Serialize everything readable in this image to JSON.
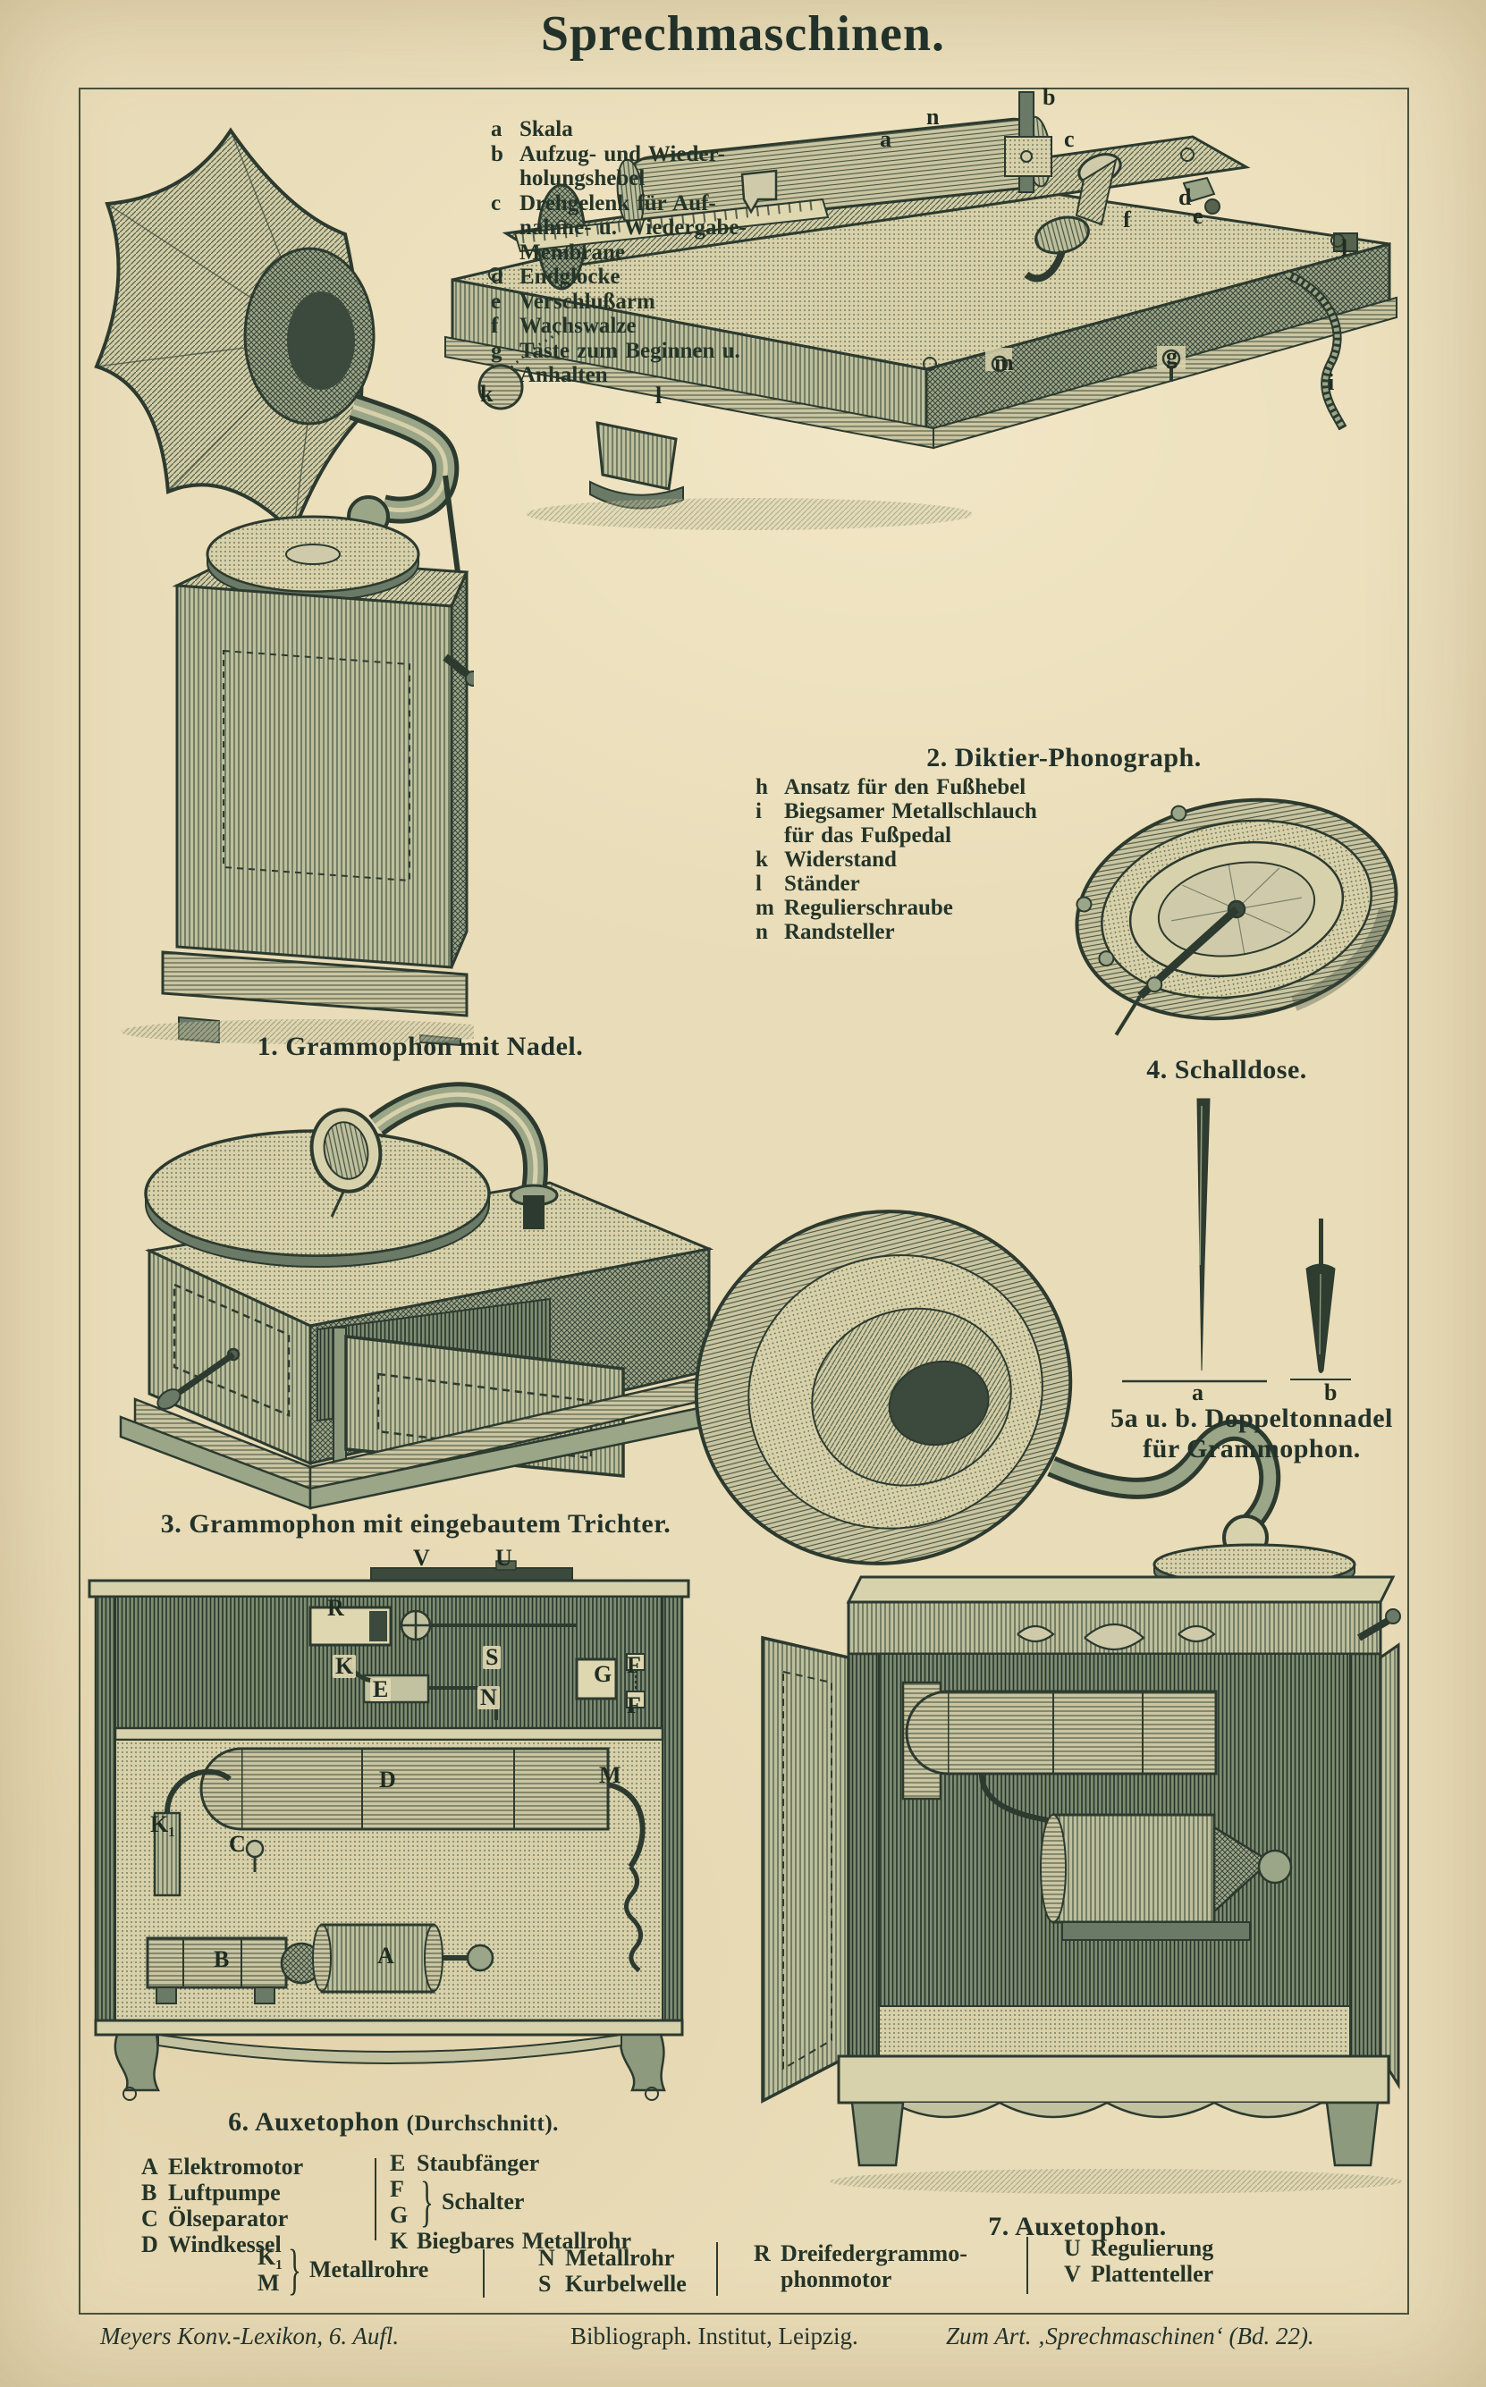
{
  "colors": {
    "paper": "#e9dcb8",
    "ink": "#2c3a2f",
    "plate_border": "#46523f"
  },
  "title": "Sprechmaschinen.",
  "captions": {
    "fig1": "1. Grammophon mit Nadel.",
    "fig2": "2. Diktier-Phonograph.",
    "fig3": "3. Grammophon mit eingebautem Trichter.",
    "fig4": "4. Schalldose.",
    "fig5_line1": "5a u. b. Doppeltonnadel",
    "fig5_line2": "für Grammophon.",
    "fig6_main": "6. Auxetophon",
    "fig6_paren": "(Durchschnitt).",
    "fig7": "7. Auxetophon."
  },
  "legend_ag": [
    {
      "k": "a",
      "t": "Skala"
    },
    {
      "k": "b",
      "t": "Aufzug- und Wieder-"
    },
    {
      "k": "",
      "t": "holungshebel"
    },
    {
      "k": "c",
      "t": "Drehgelenk für Auf-"
    },
    {
      "k": "",
      "t": "nahme- u. Wiedergabe-"
    },
    {
      "k": "",
      "t": "Membrane"
    },
    {
      "k": "d",
      "t": "Endglocke"
    },
    {
      "k": "e",
      "t": "Verschlußarm"
    },
    {
      "k": "f",
      "t": "Wachswalze"
    },
    {
      "k": "g",
      "t": "Taste zum Beginnen u."
    },
    {
      "k": "",
      "t": "Anhalten"
    }
  ],
  "legend_hn": [
    {
      "k": "h",
      "t": "Ansatz für den Fußhebel"
    },
    {
      "k": "i",
      "t": "Biegsamer Metallschlauch"
    },
    {
      "k": "",
      "t": "für das Fußpedal"
    },
    {
      "k": "k",
      "t": "Widerstand"
    },
    {
      "k": "l",
      "t": "Ständer"
    },
    {
      "k": "m",
      "t": "Regulierschraube"
    },
    {
      "k": "n",
      "t": "Randsteller"
    }
  ],
  "legend_bottom": {
    "brace": "}",
    "col1": [
      {
        "k": "A",
        "t": "Elektromotor"
      },
      {
        "k": "B",
        "t": "Luftpumpe"
      },
      {
        "k": "C",
        "t": "Ölseparator"
      },
      {
        "k": "D",
        "t": "Windkessel"
      }
    ],
    "col2_row1": {
      "k": "E",
      "t": "Staubfänger"
    },
    "col2_brace": {
      "k1": "F",
      "k2": "G",
      "t": "Schalter"
    },
    "col2_row2": {
      "k": "K",
      "t": "Biegbares Metallrohr"
    },
    "row2_brace": {
      "k1": "K₁",
      "k2": "M",
      "t": "Metallrohre"
    },
    "col_ns": [
      {
        "k": "N",
        "t": "Metallrohr"
      },
      {
        "k": "S",
        "t": "Kurbelwelle"
      }
    ],
    "col_r": {
      "k": "R",
      "t1": "Dreifedergrammo-",
      "t2": "phonmotor"
    },
    "col_uv": [
      {
        "k": "U",
        "t": "Regulierung"
      },
      {
        "k": "V",
        "t": "Plattenteller"
      }
    ]
  },
  "fig2_labels": [
    "a",
    "n",
    "b",
    "c",
    "d",
    "e",
    "f",
    "m",
    "g",
    "k",
    "l",
    "l",
    "i"
  ],
  "fig5_labels": {
    "a": "a",
    "b": "b"
  },
  "fig6_labels": {
    "V": "V",
    "U": "U",
    "R": "R",
    "K": "K",
    "E": "E",
    "S": "S",
    "N": "N",
    "G": "G",
    "F1": "F",
    "F2": "F",
    "M": "M",
    "D": "D",
    "K1": "K₁",
    "C": "C",
    "B": "B",
    "A": "A"
  },
  "footer": {
    "left": "Meyers Konv.-Lexikon, 6. Aufl.",
    "center": "Bibliograph. Institut, Leipzig.",
    "right": "Zum Art. ‚Sprechmaschinen‘ (Bd. 22)."
  }
}
